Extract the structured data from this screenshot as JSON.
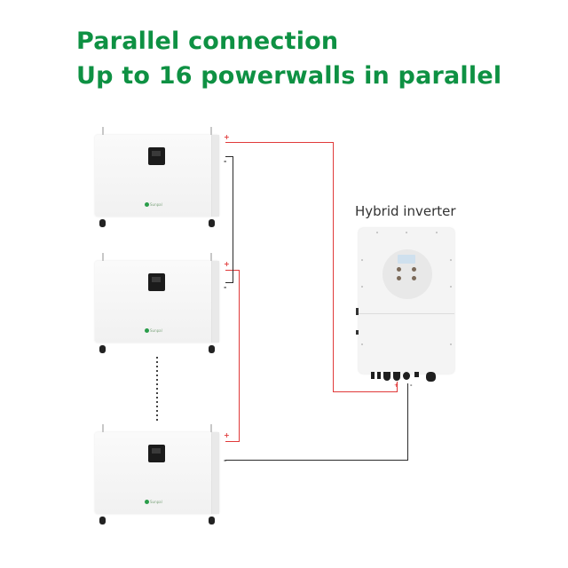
{
  "title": {
    "line1": "Parallel connection",
    "line2": "Up to 16 powerwalls in parallel",
    "color": "#0e9143"
  },
  "inverter": {
    "label": "Hybrid inverter"
  },
  "batteries": [
    {
      "brand": "Sunpal",
      "positive": "+",
      "negative": "-"
    },
    {
      "brand": "Sunpal",
      "positive": "+",
      "negative": "-"
    },
    {
      "brand": "Sunpal",
      "positive": "+",
      "negative": "-"
    }
  ],
  "wires": {
    "positive_color": "#e03a3a",
    "negative_color": "#2a2a2a"
  },
  "inverter_terminals": {
    "positive": "+",
    "negative": "-"
  }
}
